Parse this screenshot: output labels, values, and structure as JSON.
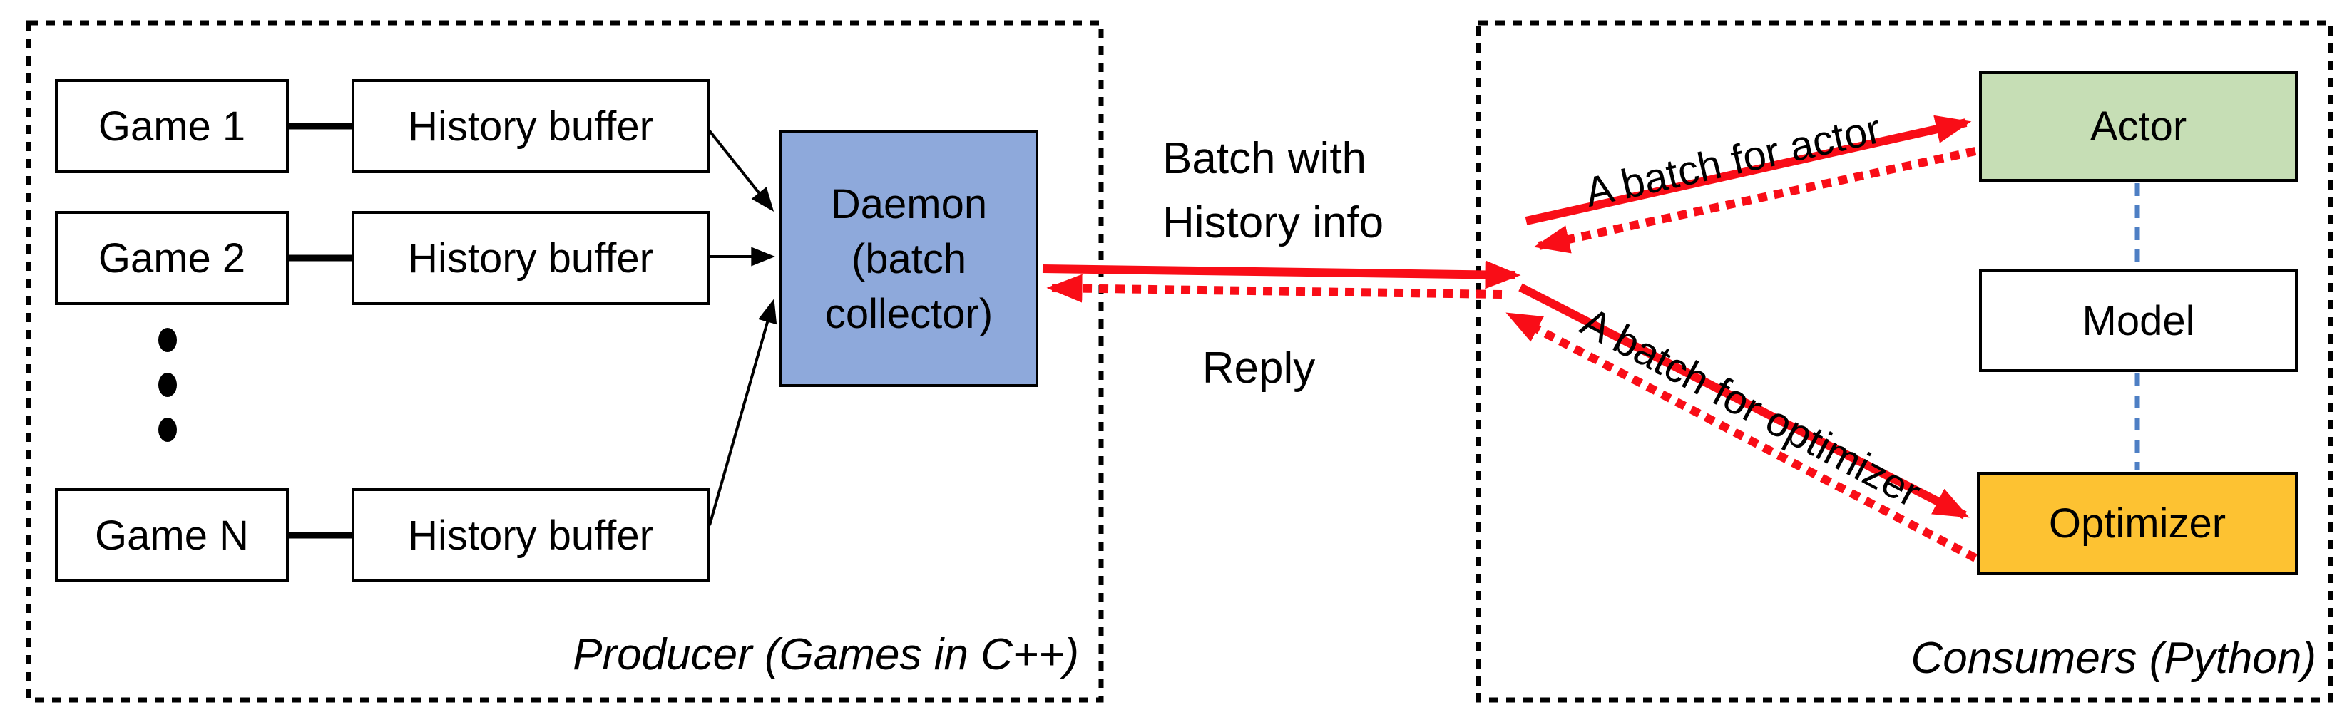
{
  "producer": {
    "label": "Producer (Games in C++)",
    "games": [
      {
        "name": "Game 1",
        "buffer": "History buffer"
      },
      {
        "name": "Game 2",
        "buffer": "History buffer"
      },
      {
        "name": "Game N",
        "buffer": "History buffer"
      }
    ],
    "daemon": "Daemon\n(batch\ncollector)"
  },
  "consumers": {
    "label": "Consumers (Python)",
    "actor": "Actor",
    "model": "Model",
    "optimizer": "Optimizer"
  },
  "links": {
    "batch_label": "Batch with\nHistory info",
    "reply_label": "Reply",
    "actor_batch_label": "A batch for actor",
    "optimizer_batch_label": "A batch for optimizer"
  },
  "colors": {
    "daemon_fill": "#8ea9db",
    "actor_fill": "#c6deb5",
    "optimizer_fill": "#fdc232",
    "arrow_red": "#f90d17",
    "model_link_blue": "#4e7fc4",
    "line_black": "#000000"
  }
}
